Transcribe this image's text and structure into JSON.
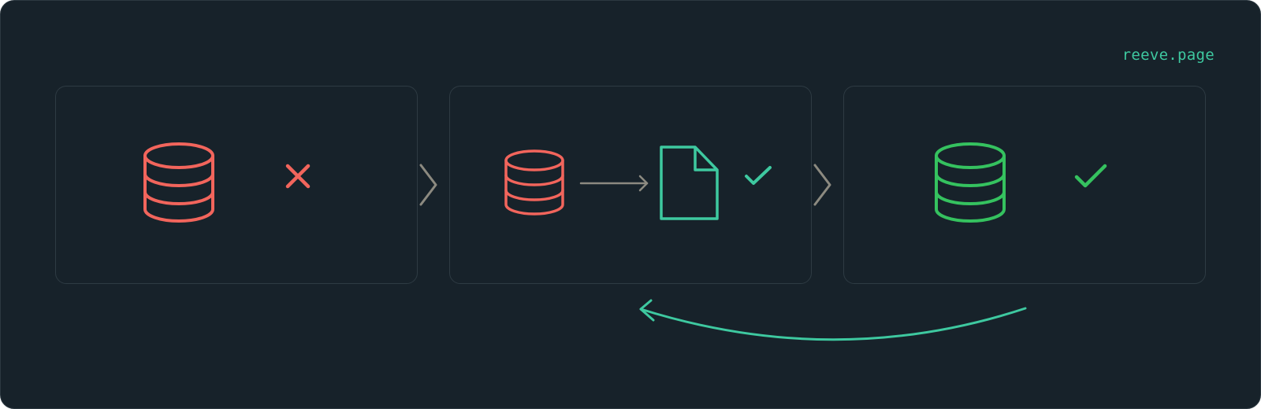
{
  "brand": {
    "label": "reeve.page",
    "color": "#3ec9a0"
  },
  "stages": [
    {
      "name": "stage-1",
      "database_state": "failed",
      "status": "error"
    },
    {
      "name": "stage-2",
      "database_state": "failed",
      "action": "export-to-file",
      "status": "success"
    },
    {
      "name": "stage-3",
      "database_state": "restored",
      "status": "success"
    }
  ],
  "icons": {
    "stage_1": [
      "database-icon",
      "x-mark-icon"
    ],
    "stage_2": [
      "database-icon",
      "arrow-right-icon",
      "document-icon",
      "checkmark-icon"
    ],
    "stage_3": [
      "database-icon",
      "checkmark-icon"
    ],
    "connectors": [
      "chevron-right-icon",
      "chevron-right-icon"
    ],
    "loop": "curved-arrow-left-icon"
  },
  "colors": {
    "background": "#17222a",
    "card_border": "#2e3b43",
    "error": "#f2655c",
    "teal": "#3ec9a0",
    "green": "#35c25f",
    "neutral": "#8c8a80"
  }
}
